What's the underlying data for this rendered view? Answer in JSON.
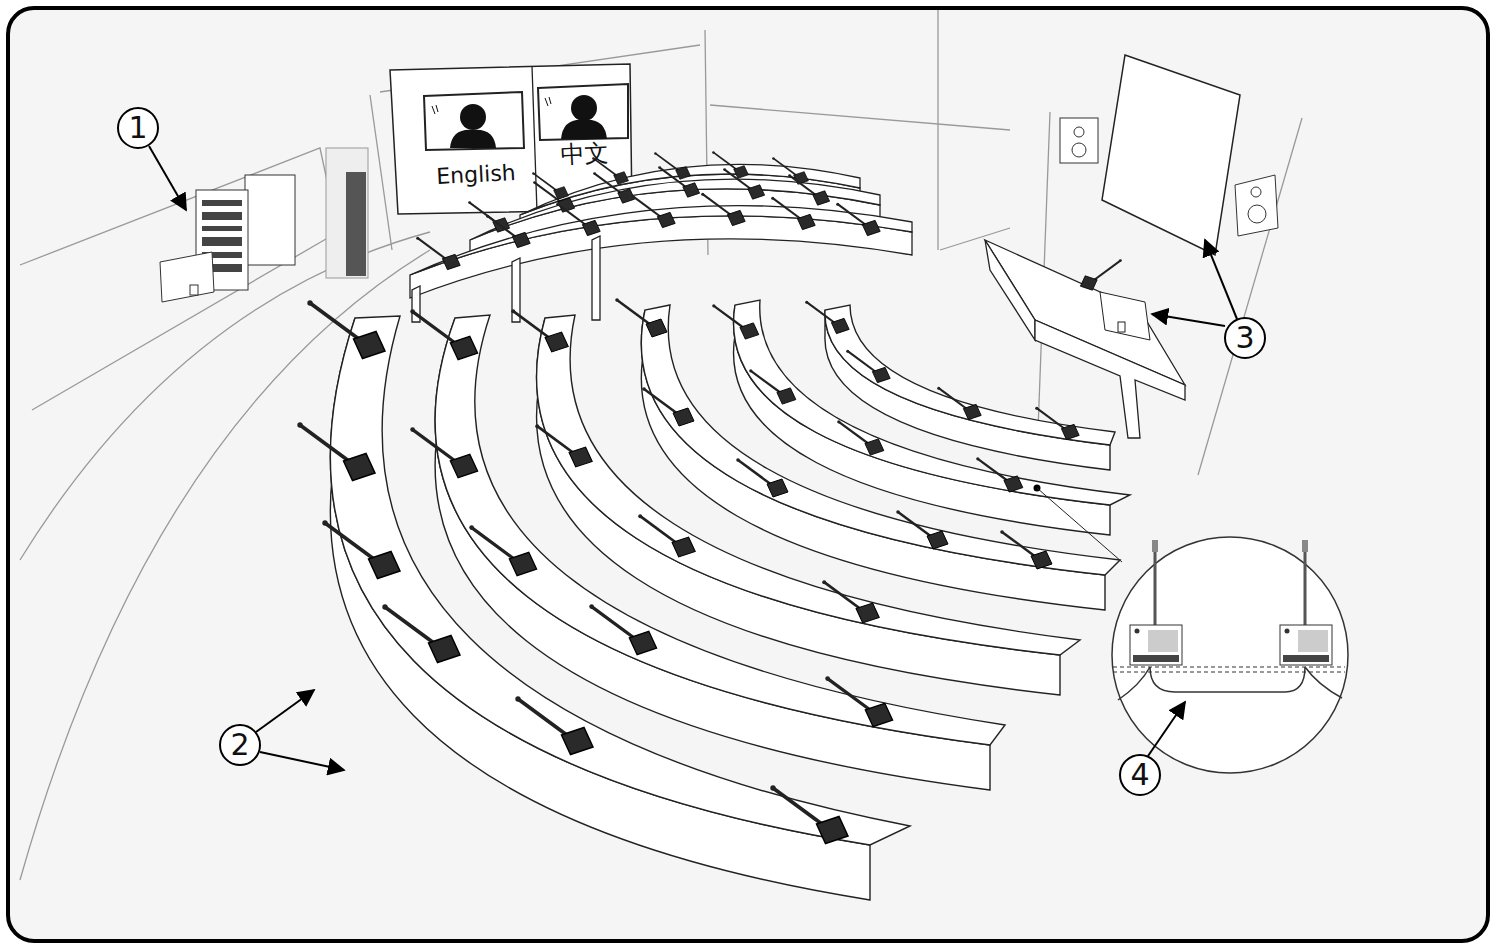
{
  "diagram": {
    "nodes": [
      {
        "text": [
          "English"
        ]
      },
      {
        "text": [
          "中文"
        ]
      }
    ],
    "labels": [
      "1",
      "2",
      "3",
      "4"
    ]
  }
}
